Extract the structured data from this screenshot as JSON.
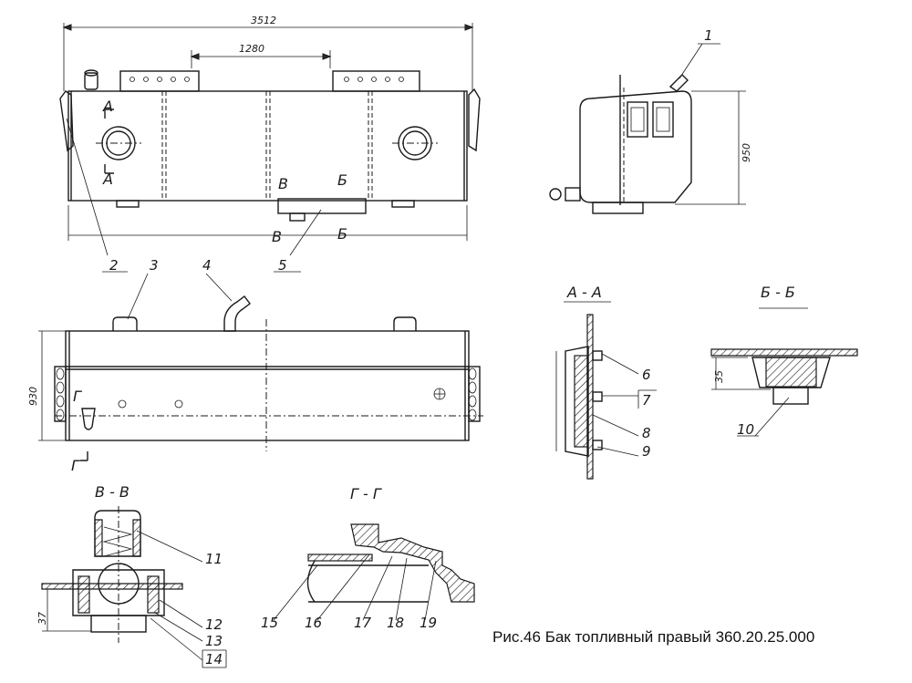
{
  "caption": "Рис.46 Бак топливный правый 360.20.25.000",
  "dimensions": {
    "overall_length": "3512",
    "between_mounts": "1280",
    "height_side": "950",
    "height_plan": "930",
    "section_bb": "35",
    "section_vv": "37"
  },
  "sections": {
    "aa": "А - А",
    "bb": "Б - Б",
    "vv": "В - В",
    "gg": "Г - Г"
  },
  "cut_marks": {
    "a": "А",
    "b": "Б",
    "v": "В",
    "g": "Г"
  },
  "callouts": [
    "1",
    "2",
    "3",
    "4",
    "5",
    "6",
    "7",
    "8",
    "9",
    "10",
    "11",
    "12",
    "13",
    "14",
    "15",
    "16",
    "17",
    "18",
    "19"
  ]
}
